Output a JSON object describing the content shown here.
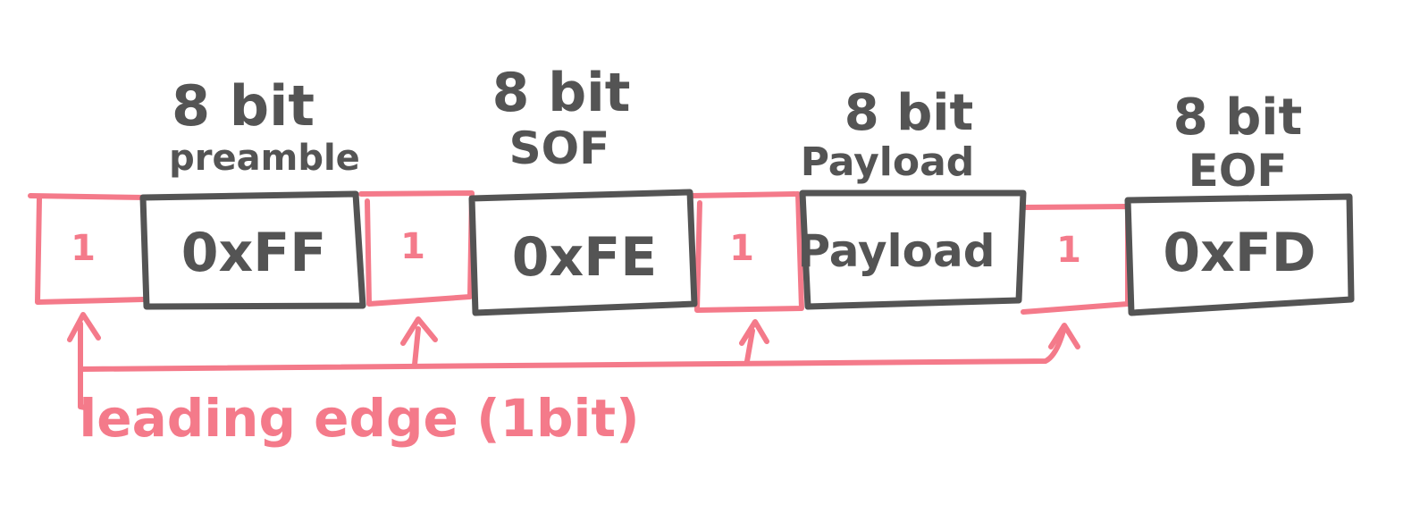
{
  "colors": {
    "field_stroke": "#545454",
    "edge_stroke": "#f47a8a",
    "background": "#ffffff"
  },
  "fields": [
    {
      "size": "8 bit",
      "name": "preamble",
      "value": "0xFF"
    },
    {
      "size": "8 bit",
      "name": "SOF",
      "value": "0xFE"
    },
    {
      "size": "8 bit",
      "name": "Payload",
      "value": "Payload"
    },
    {
      "size": "8 bit",
      "name": "EOF",
      "value": "0xFD"
    }
  ],
  "edges": [
    {
      "value": "1"
    },
    {
      "value": "1"
    },
    {
      "value": "1"
    },
    {
      "value": "1"
    }
  ],
  "annotation": "leading edge (1bit)"
}
